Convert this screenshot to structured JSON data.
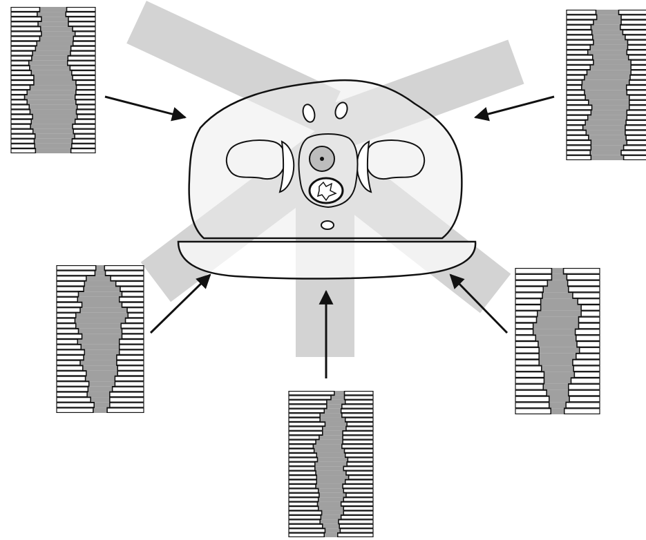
{
  "diagram": {
    "colors": {
      "background": "#ffffff",
      "beam": "#d3d3d3",
      "body_fill": "#ededed",
      "outline": "#111111",
      "mlc_open": "#a0a0a0",
      "arrow": "#111111"
    },
    "beams": [
      {
        "id": "upper-left",
        "angle": 25
      },
      {
        "id": "upper-right",
        "angle": -20
      },
      {
        "id": "lower-left",
        "angle": -37
      },
      {
        "id": "bottom",
        "angle": 0
      },
      {
        "id": "lower-right",
        "angle": 38
      }
    ],
    "mlc_panels": [
      {
        "id": "upper-left",
        "leaf_openings": [
          0.32,
          0.34,
          0.32,
          0.36,
          0.38,
          0.4,
          0.4,
          0.43,
          0.42,
          0.45,
          0.43,
          0.46,
          0.48,
          0.48,
          0.46,
          0.5,
          0.55,
          0.58,
          0.6,
          0.58,
          0.57,
          0.55,
          0.53,
          0.52,
          0.5,
          0.48,
          0.47,
          0.45,
          0.44,
          0.42
        ]
      },
      {
        "id": "upper-right",
        "leaf_openings": [
          0.28,
          0.3,
          0.34,
          0.36,
          0.38,
          0.4,
          0.42,
          0.46,
          0.48,
          0.44,
          0.46,
          0.5,
          0.54,
          0.56,
          0.58,
          0.55,
          0.52,
          0.54,
          0.5,
          0.46,
          0.44,
          0.48,
          0.5,
          0.52,
          0.48,
          0.46,
          0.44,
          0.4,
          0.38,
          0.4
        ]
      },
      {
        "id": "lower-left",
        "leaf_openings": [
          0.1,
          0.12,
          0.28,
          0.36,
          0.42,
          0.5,
          0.48,
          0.46,
          0.54,
          0.6,
          0.58,
          0.52,
          0.5,
          0.46,
          0.48,
          0.44,
          0.4,
          0.38,
          0.42,
          0.4,
          0.36,
          0.34,
          0.3,
          0.28,
          0.26,
          0.22,
          0.18,
          0.16
        ]
      },
      {
        "id": "bottom",
        "leaf_openings": [
          0.12,
          0.16,
          0.22,
          0.18,
          0.2,
          0.26,
          0.3,
          0.26,
          0.28,
          0.24,
          0.28,
          0.32,
          0.34,
          0.36,
          0.34,
          0.36,
          0.38,
          0.34,
          0.36,
          0.38,
          0.34,
          0.32,
          0.3,
          0.32,
          0.3,
          0.28,
          0.3,
          0.26,
          0.24,
          0.22,
          0.2,
          0.18,
          0.16
        ]
      },
      {
        "id": "lower-right",
        "leaf_openings": [
          0.14,
          0.18,
          0.24,
          0.3,
          0.36,
          0.44,
          0.48,
          0.52,
          0.5,
          0.54,
          0.5,
          0.48,
          0.46,
          0.48,
          0.44,
          0.4,
          0.38,
          0.36,
          0.32,
          0.3,
          0.26,
          0.24,
          0.2,
          0.16
        ]
      }
    ],
    "arrows": [
      {
        "id": "upper-left",
        "points_to": "upper-left-beam"
      },
      {
        "id": "upper-right",
        "points_to": "upper-right-beam"
      },
      {
        "id": "lower-left",
        "points_to": "lower-left-beam"
      },
      {
        "id": "bottom",
        "points_to": "bottom-beam"
      },
      {
        "id": "lower-right",
        "points_to": "lower-right-beam"
      }
    ]
  }
}
